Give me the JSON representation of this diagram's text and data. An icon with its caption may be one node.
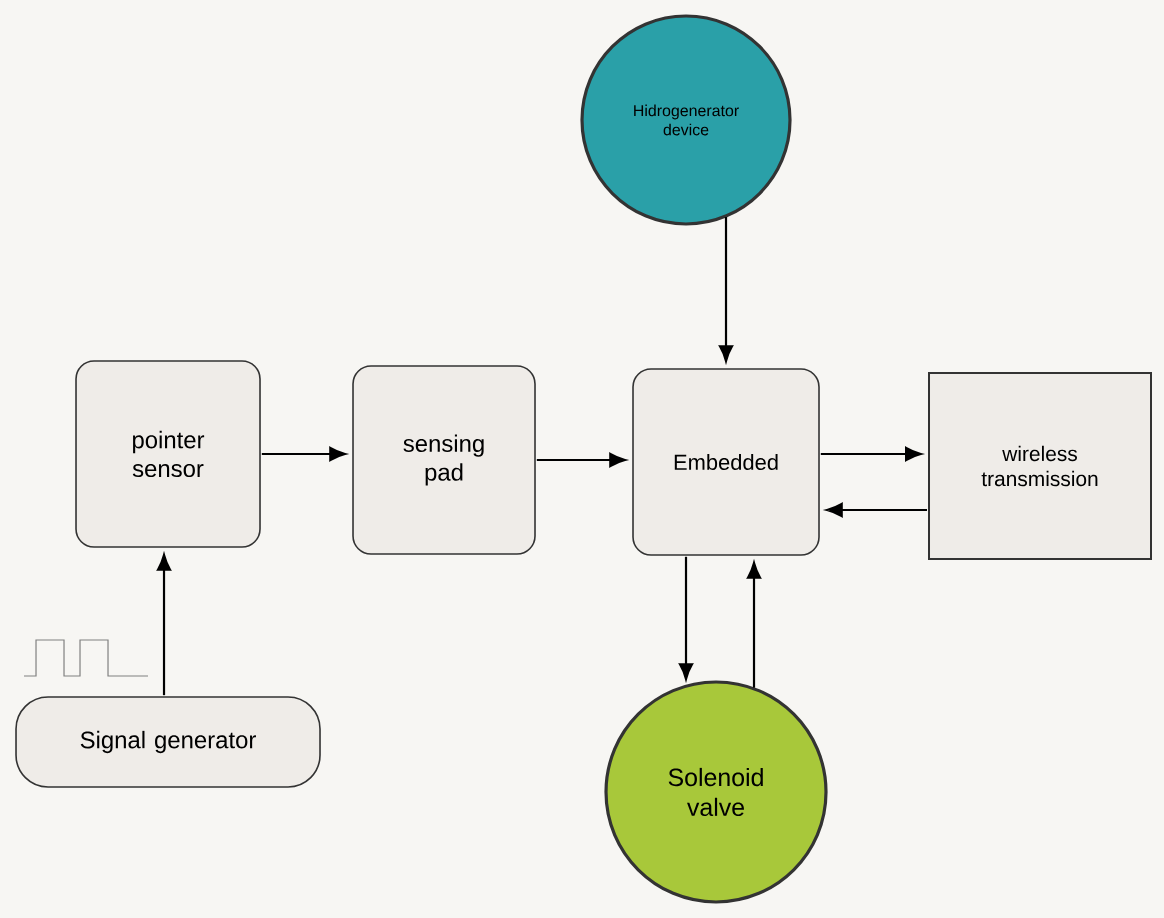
{
  "diagram": {
    "nodes": [
      {
        "text": [
          "Hidrogenerator device"
        ]
      },
      {
        "text": [
          "pointer sensor"
        ]
      },
      {
        "text": [
          "sensing pad"
        ]
      },
      {
        "text": [
          "Embedded"
        ]
      },
      {
        "text": [
          "wireless transmission"
        ]
      },
      {
        "text": [
          "Signal generator"
        ]
      },
      {
        "text": [
          "Solenoid valve"
        ]
      }
    ],
    "edges": [
      {
        "from": 0,
        "to": 3,
        "arrow": "to"
      },
      {
        "from": 1,
        "to": 2,
        "arrow": "to"
      },
      {
        "from": 2,
        "to": 3,
        "arrow": "to"
      },
      {
        "from": 3,
        "to": 4,
        "arrow": "to"
      },
      {
        "from": 4,
        "to": 3,
        "arrow": "to"
      },
      {
        "from": 5,
        "to": 1,
        "arrow": "to"
      },
      {
        "from": 3,
        "to": 6,
        "arrow": "to"
      },
      {
        "from": 6,
        "to": 3,
        "arrow": "to"
      }
    ]
  }
}
